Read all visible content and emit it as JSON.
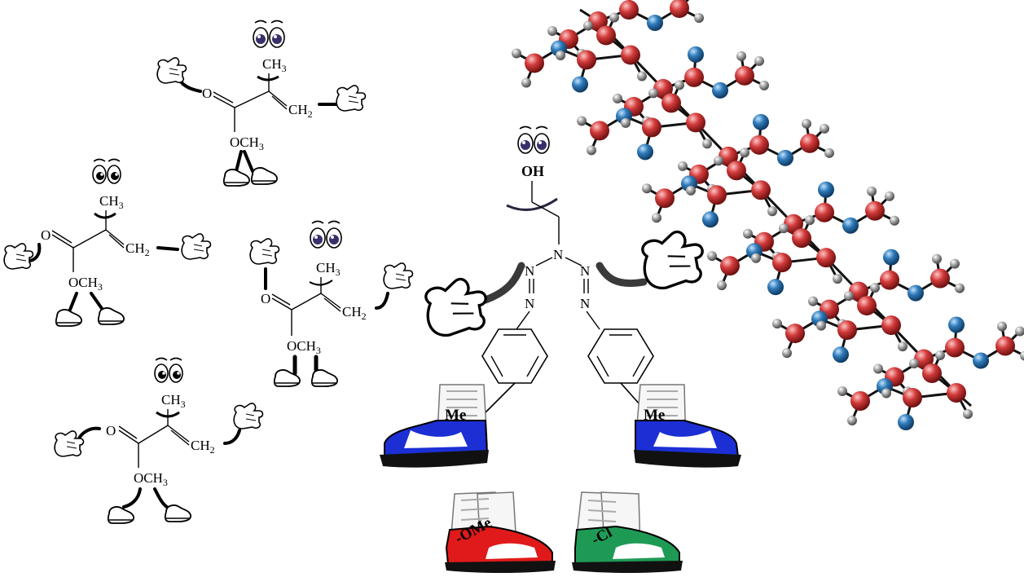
{
  "monomer": {
    "ch3": "CH",
    "ch3_sub": "3",
    "ch2": "CH",
    "ch2_sub": "2",
    "oxygen": "O",
    "och3": "OCH",
    "och3_sub": "3"
  },
  "initiator": {
    "hydroxyl": "OH",
    "nitrogen": "N",
    "methyl": "Me",
    "alt_methoxy": "-OMe",
    "alt_chloro": "-Cl"
  },
  "colors": {
    "boot_me": "#1b2fd4",
    "boot_ome": "#e01a1a",
    "boot_cl": "#1f9a55",
    "carbon_atom": "#d23a3a",
    "nitrogen_atom": "#2f7ab8",
    "hydrogen_atom": "#8a8a8a"
  }
}
